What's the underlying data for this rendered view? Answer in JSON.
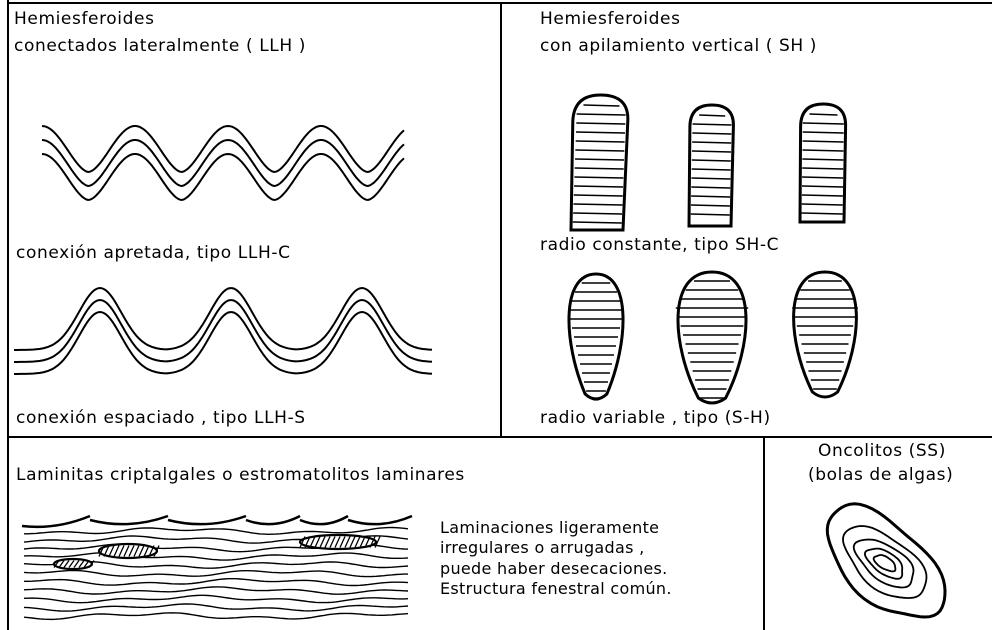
{
  "panels": {
    "llh": {
      "title_1": "Hemiesferoides",
      "title_2": "conectados  lateralmente ( LLH )",
      "caption_c": "conexión  apretada,  tipo  LLH-C",
      "caption_s": "conexión  espaciado ,  tipo   LLH-S"
    },
    "sh": {
      "title_1": "Hemiesferoides",
      "title_2": "con  apilamiento  vertical ( SH )",
      "caption_c": "radio  constante,  tipo   SH-C",
      "caption_v": "radio   variable ,  tipo    (S-H)"
    },
    "laminites": {
      "title": "Laminitas  criptalgales  o  estromatolitos  laminares",
      "note_lines": [
        "Laminaciones  ligeramente",
        "irregulares  o  arrugadas ,",
        "puede  haber  desecaciones.",
        "Estructura  fenestral  común."
      ]
    },
    "oncolites": {
      "title_1": "Oncolitos (SS)",
      "title_2": "(bolas de algas)"
    }
  }
}
